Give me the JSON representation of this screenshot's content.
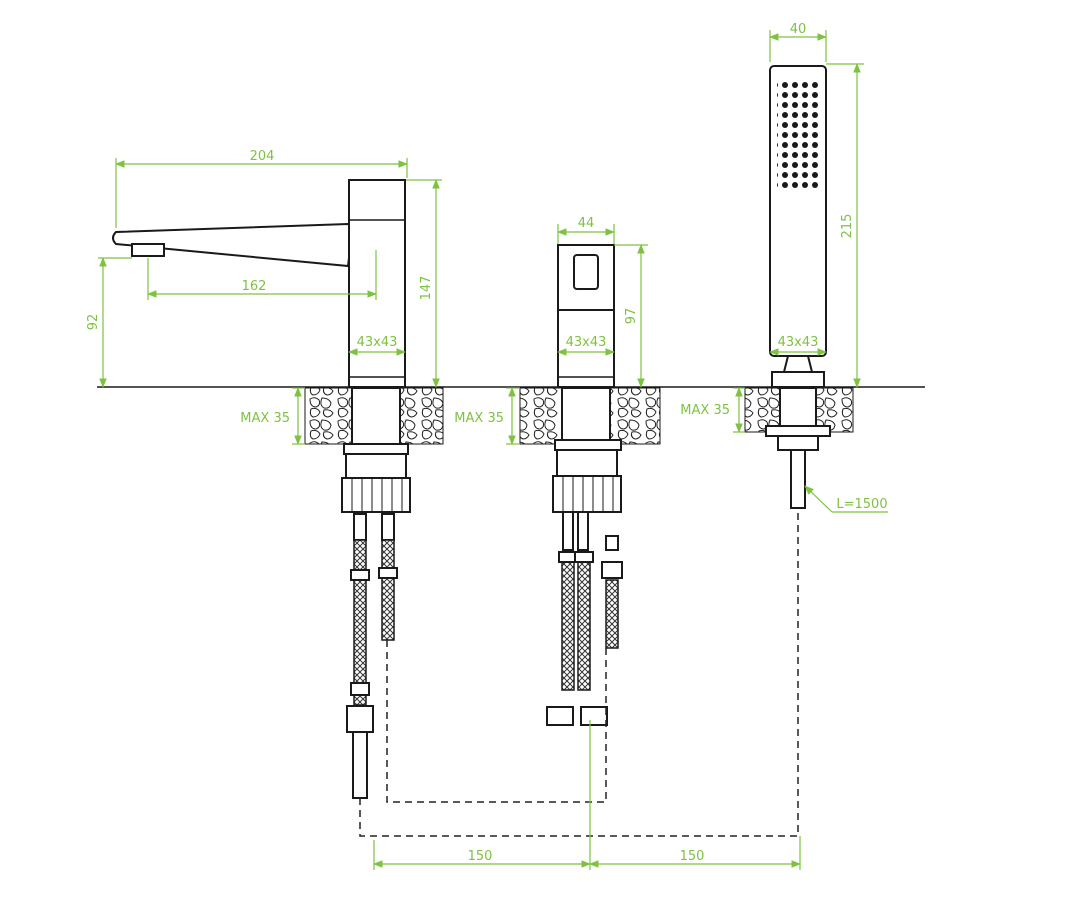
{
  "colors": {
    "dimension": "#7fc241",
    "outline": "#1a1a1a",
    "hose": "#4a4a4a"
  },
  "dimensions": {
    "spout_length": "204",
    "spout_reach": "162",
    "spout_height": "92",
    "spout_body_height": "147",
    "spout_base": "43x43",
    "spout_max_deck": "MAX 35",
    "mixer_width": "44",
    "mixer_height": "97",
    "mixer_base": "43x43",
    "mixer_max_deck": "MAX 35",
    "shower_width": "40",
    "shower_height": "215",
    "shower_base": "43x43",
    "shower_max_deck": "MAX 35",
    "hose_length": "L=1500",
    "spacing_left": "150",
    "spacing_right": "150"
  }
}
